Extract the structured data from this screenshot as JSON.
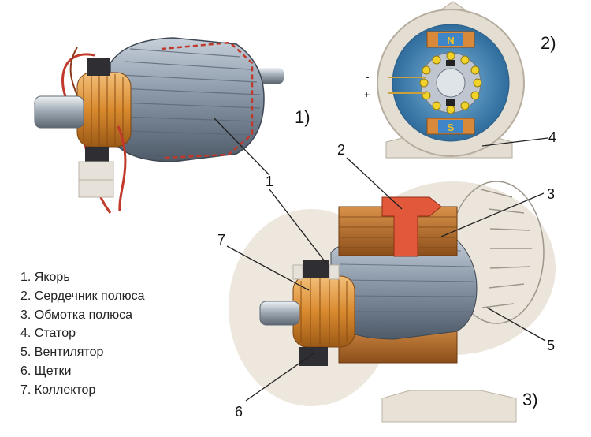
{
  "figure_labels": {
    "fig1": "1)",
    "fig2": "2)",
    "fig3": "3)"
  },
  "callouts": {
    "c1": "1",
    "c2": "2",
    "c3": "3",
    "c4": "4",
    "c5": "5",
    "c6": "6",
    "c7": "7",
    "pole_north": "N",
    "pole_south": "S",
    "terminal_minus": "-",
    "terminal_plus": "+"
  },
  "legend": [
    "1. Якорь",
    "2. Сердечник полюса",
    "3. Обмотка полюса",
    "4. Статор",
    "5. Вентилятор",
    "6. Щетки",
    "7. Коллектор"
  ],
  "colors": {
    "armature": "#8a98a8",
    "armature_dark": "#4e5a68",
    "copper": "#d98a2e",
    "pole_core": "#e2583a",
    "stator": "#e4ddd2",
    "housing_blue": "#3d7fb0",
    "red_wire": "#c0392b"
  }
}
